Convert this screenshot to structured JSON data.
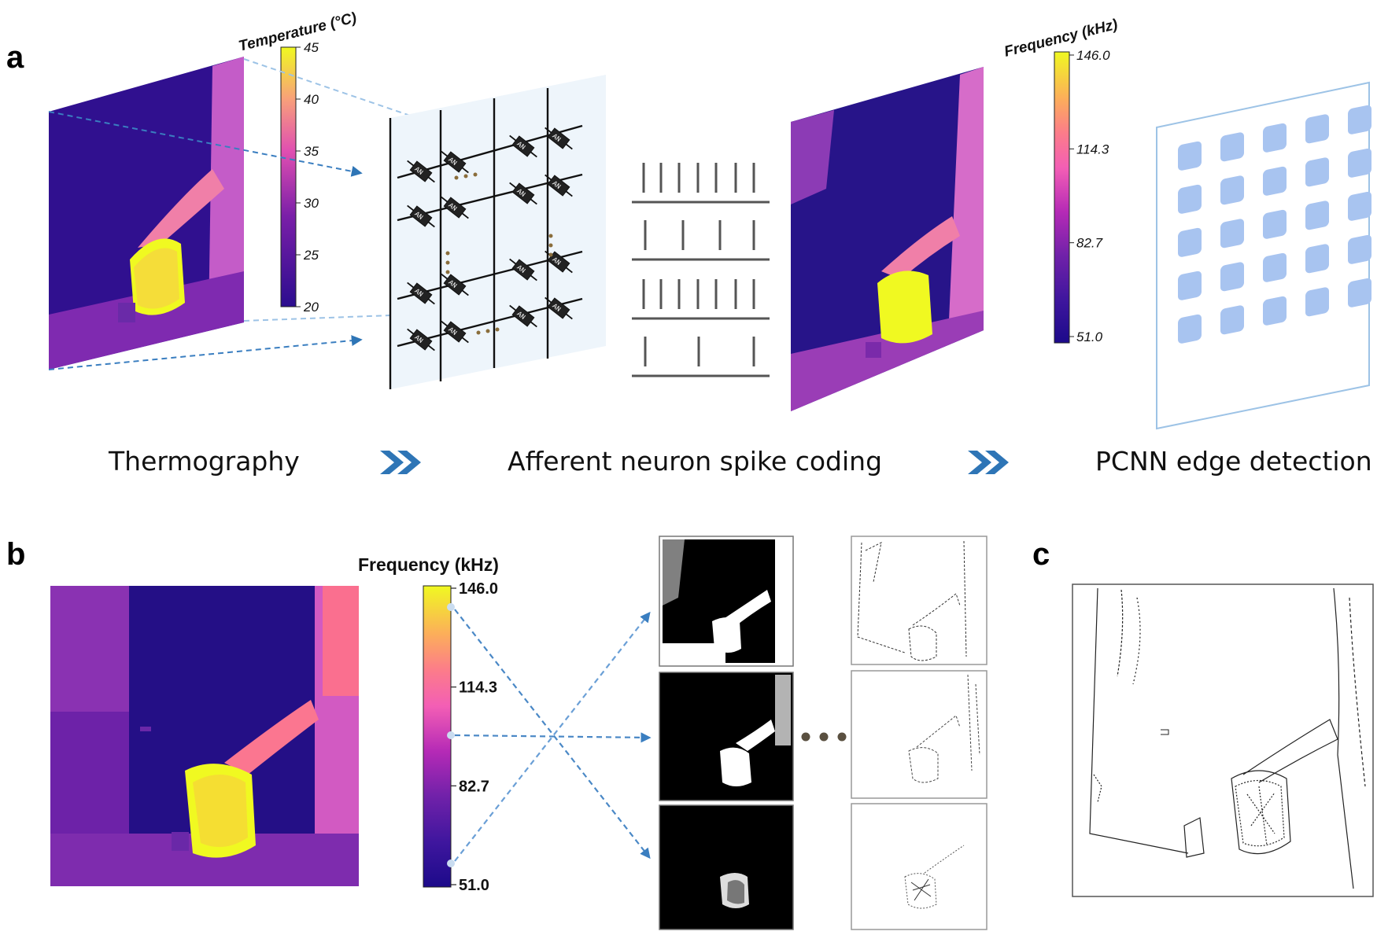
{
  "panels": {
    "a": "a",
    "b": "b",
    "c": "c"
  },
  "stages": {
    "thermography": "Thermography",
    "spike_coding": "Afferent neuron spike coding",
    "edge_detection": "PCNN edge detection"
  },
  "colorbar_temperature": {
    "title": "Temperature (°C)",
    "ticks": [
      "45",
      "40",
      "35",
      "30",
      "25",
      "20"
    ]
  },
  "colorbar_frequency_a": {
    "title": "Frequency (kHz)",
    "ticks": [
      "146.0",
      "114.3",
      "82.7",
      "51.0"
    ]
  },
  "colorbar_frequency_b": {
    "title": "Frequency (kHz)",
    "ticks": [
      "146.0",
      "114.3",
      "82.7",
      "51.0"
    ]
  },
  "neuron_cell_label": "AN",
  "colors": {
    "accent_blue": "#2e75b6",
    "light_blue": "#9dc3e6",
    "plasma_dark": "#2b0d8f",
    "plasma_yellow": "#f0f921",
    "pcnn_cell": "#a8c4f0",
    "dots": "#8a6d3b"
  },
  "icons": {
    "chevron": "double-chevron-right-icon",
    "ellipsis": "ellipsis-icon"
  }
}
